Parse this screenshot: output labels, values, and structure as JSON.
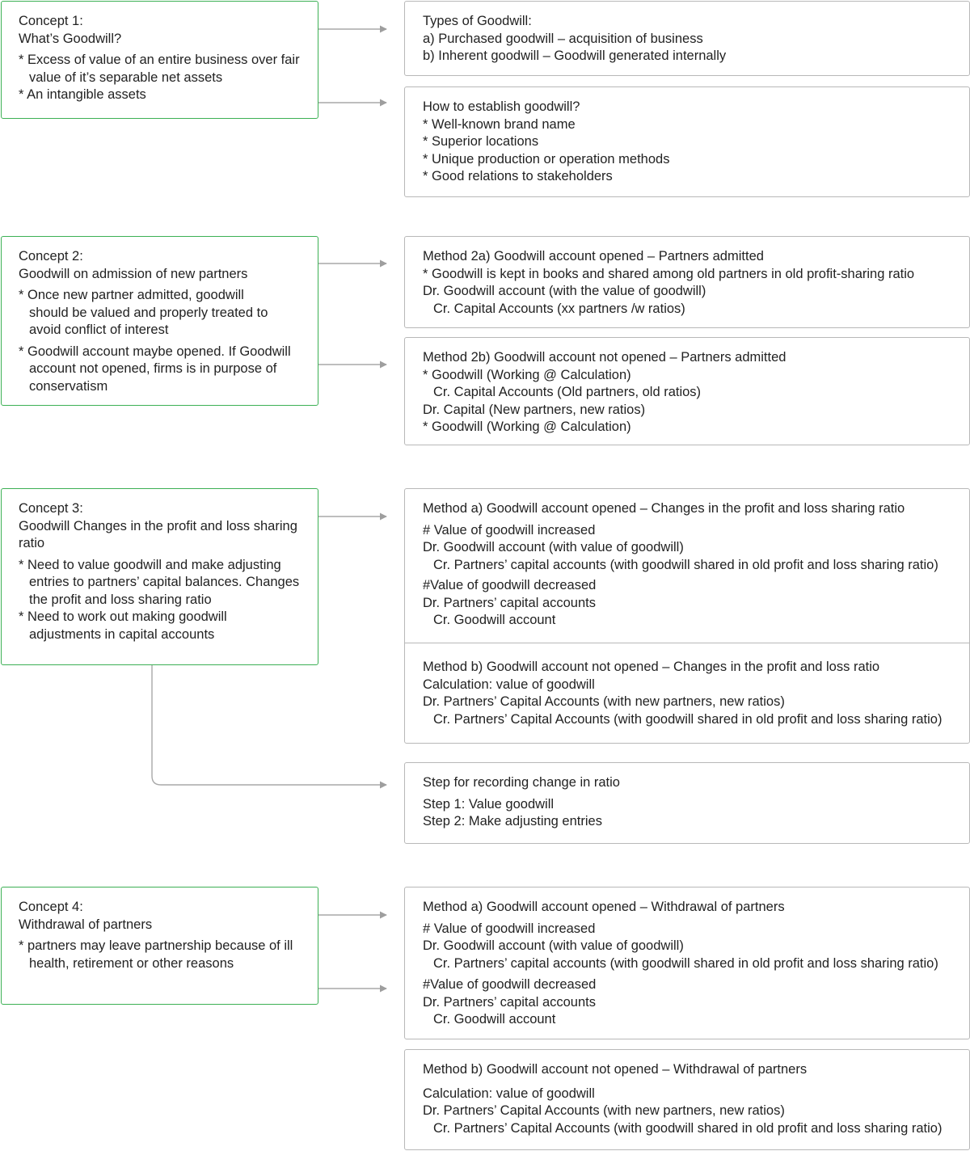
{
  "concept1": {
    "lines": [
      "Concept 1:",
      "What’s Goodwill?",
      "* Excess of value of an entire business over fair value of it’s separable net assets",
      "* An intangible assets"
    ]
  },
  "c1_types": {
    "lines": [
      "Types of Goodwill:",
      "a) Purchased goodwill – acquisition of business",
      "b) Inherent goodwill – Goodwill generated internally"
    ]
  },
  "c1_establish": {
    "lines": [
      "How to establish goodwill?",
      "* Well-known brand name",
      "* Superior locations",
      "* Unique production or operation methods",
      "* Good relations to stakeholders"
    ]
  },
  "concept2": {
    "lines": [
      "Concept 2:",
      "Goodwill on admission of new partners",
      "* Once new partner admitted, goodwill should be valued and properly treated to avoid conflict of interest",
      "* Goodwill account maybe opened. If Goodwill account not opened, firms is in purpose of conservatism"
    ]
  },
  "c2_method_a": {
    "lines": [
      "Method 2a) Goodwill account opened – Partners admitted",
      "* Goodwill is kept in books and shared among old partners in old profit-sharing ratio",
      "Dr. Goodwill account (with the value of goodwill)",
      "Cr. Capital Accounts (xx partners /w ratios)"
    ]
  },
  "c2_method_b": {
    "lines": [
      "Method 2b) Goodwill account not opened – Partners admitted",
      "* Goodwill (Working @ Calculation)",
      "Cr. Capital Accounts (Old partners, old ratios)",
      "Dr. Capital (New partners, new ratios)",
      "* Goodwill (Working @ Calculation)"
    ]
  },
  "concept3": {
    "lines": [
      "Concept 3:",
      "Goodwill Changes in the profit and loss sharing ratio",
      "* Need to value goodwill and make adjusting entries to partners’ capital balances. Changes the profit and loss sharing ratio",
      "* Need to work out making goodwill adjustments in capital accounts"
    ]
  },
  "c3_method_a": {
    "lines": [
      "Method a) Goodwill account opened – Changes in the profit and loss sharing ratio",
      "# Value of goodwill increased",
      "Dr. Goodwill account (with value of goodwill)",
      "Cr. Partners’ capital accounts (with goodwill shared in old profit and loss sharing ratio)",
      "#Value of goodwill decreased",
      "Dr. Partners’ capital accounts",
      "Cr. Goodwill account"
    ]
  },
  "c3_method_b": {
    "lines": [
      "Method b) Goodwill account not opened",
      "– Changes in the profit and loss ratio",
      "Calculation: value of goodwill",
      "Dr. Partners’ Capital Accounts (with new partners, new ratios)",
      "Cr. Partners’ Capital Accounts (with goodwill shared in old profit and loss sharing ratio)"
    ]
  },
  "c3_steps": {
    "lines": [
      "Step for recording change in ratio",
      "Step 1: Value goodwill",
      "Step 2: Make adjusting entries"
    ]
  },
  "concept4": {
    "lines": [
      "Concept 4:",
      "Withdrawal of partners",
      "* partners may leave partnership because of ill health, retirement or other reasons"
    ]
  },
  "c4_method_a": {
    "lines": [
      "Method a) Goodwill account opened – Withdrawal of partners",
      "# Value of goodwill increased",
      "Dr. Goodwill account (with value of goodwill)",
      "Cr. Partners’ capital accounts (with goodwill shared in old profit and loss sharing ratio)",
      "#Value of goodwill decreased",
      "Dr. Partners’ capital accounts",
      "Cr. Goodwill account"
    ]
  },
  "c4_method_b": {
    "lines": [
      "Method b) Goodwill account not opened – Withdrawal of partners",
      "Calculation: value of goodwill",
      "Dr. Partners’ Capital Accounts (with new partners, new ratios)",
      "Cr. Partners’ Capital Accounts (with goodwill shared in old profit and loss sharing ratio)"
    ]
  }
}
